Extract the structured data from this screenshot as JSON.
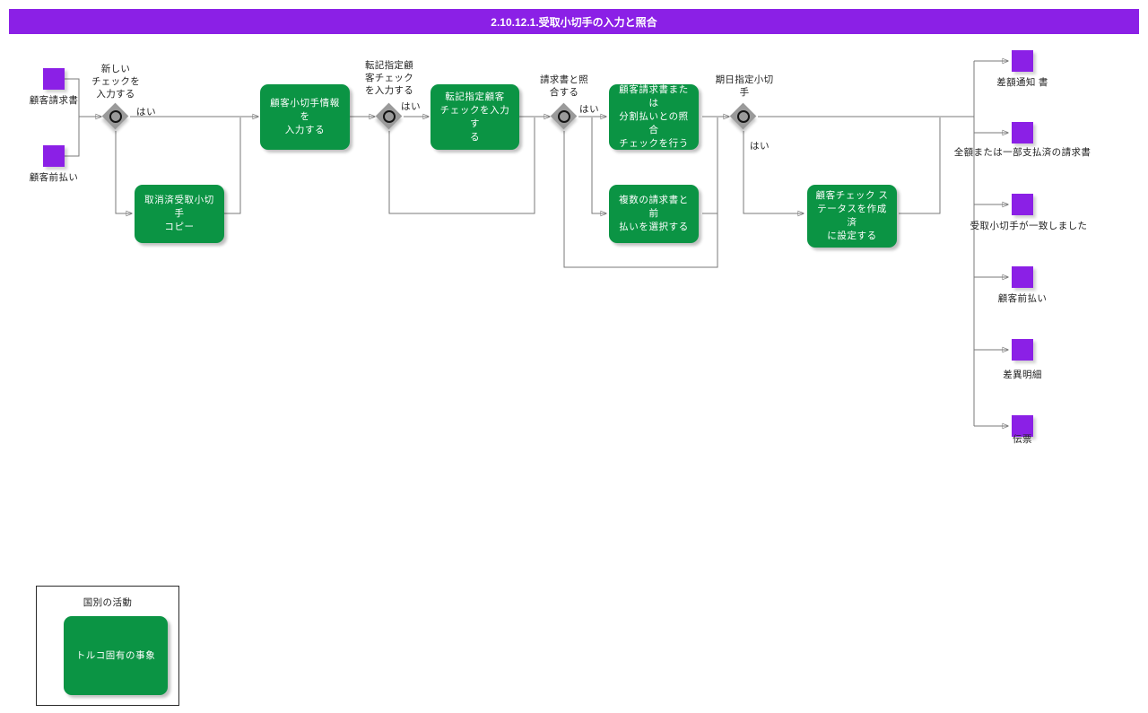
{
  "header": {
    "title": "2.10.12.1.受取小切手の入力と照合",
    "bar_color": "#8B20E6",
    "text_color": "#ffffff"
  },
  "palette": {
    "task_green": "#0B9444",
    "data_purple": "#8B20E6",
    "gateway_gray": "#9a9a9a",
    "connector_gray": "#7a7a7a",
    "text_dark": "#222222"
  },
  "diagram": {
    "inputs": [
      {
        "id": "in-customer-invoice",
        "label": "顧客請求書"
      },
      {
        "id": "in-customer-prepayment",
        "label": "顧客前払い"
      }
    ],
    "gateways": [
      {
        "id": "gw-new-check",
        "label": "新しい\nチェックを\n入力する",
        "line1": "新しい",
        "line2": "チェックを",
        "line3": "入力する"
      },
      {
        "id": "gw-posting-check",
        "label": "転記指定顧客チェックを入力する",
        "line1": "転記指定顧",
        "line2": "客チェック",
        "line3": "を入力する"
      },
      {
        "id": "gw-match-invoice",
        "label": "請求書と照合する",
        "line1": "請求書と照",
        "line2": "合する",
        "line3": ""
      },
      {
        "id": "gw-postdated-check",
        "label": "期日指定小切手",
        "line1": "期日指定小切",
        "line2": "手",
        "line3": ""
      }
    ],
    "tasks": [
      {
        "id": "task-cancelled-copy",
        "label": "取消済受取小切手\nコピー",
        "line1": "取消済受取小切手",
        "line2": "コピー",
        "line3": ""
      },
      {
        "id": "task-enter-check-info",
        "label": "顧客小切手情報を入力する",
        "line1": "顧客小切手情報を",
        "line2": "入力する",
        "line3": ""
      },
      {
        "id": "task-enter-posting-check",
        "label": "転記指定顧客チェックを入力する",
        "line1": "転記指定顧客",
        "line2": "チェックを入力す",
        "line3": "る"
      },
      {
        "id": "task-match-check",
        "label": "顧客請求書または分割払いとの照合チェックを行う",
        "line1": "顧客請求書または",
        "line2": "分割払いとの照合",
        "line3": "チェックを行う"
      },
      {
        "id": "task-select-multiple",
        "label": "複数の請求書と前払いを選択する",
        "line1": "複数の請求書と前",
        "line2": "払いを選択する",
        "line3": ""
      },
      {
        "id": "task-set-status",
        "label": "顧客チェック ステータスを作成済に設定する",
        "line1": "顧客チェック ス",
        "line2": "テータスを作成済",
        "line3": "に設定する"
      }
    ],
    "flow_labels": [
      {
        "id": "yes-new-check",
        "text": "はい"
      },
      {
        "id": "yes-posting-check",
        "text": "はい"
      },
      {
        "id": "yes-match-invoice",
        "text": "はい"
      },
      {
        "id": "yes-postdated-check",
        "text": "はい"
      }
    ],
    "outputs": [
      {
        "id": "out-difference-notice",
        "label": "差額通知 書"
      },
      {
        "id": "out-paid-invoice",
        "label": "全額または一部支払済の請求書"
      },
      {
        "id": "out-check-matched",
        "label": "受取小切手が一致しました"
      },
      {
        "id": "out-customer-prepayment",
        "label": "顧客前払い"
      },
      {
        "id": "out-variance-detail",
        "label": "差異明細"
      },
      {
        "id": "out-voucher",
        "label": "伝票"
      }
    ],
    "legend": {
      "title": "国別の活動",
      "item_label": "トルコ固有の事象"
    }
  }
}
